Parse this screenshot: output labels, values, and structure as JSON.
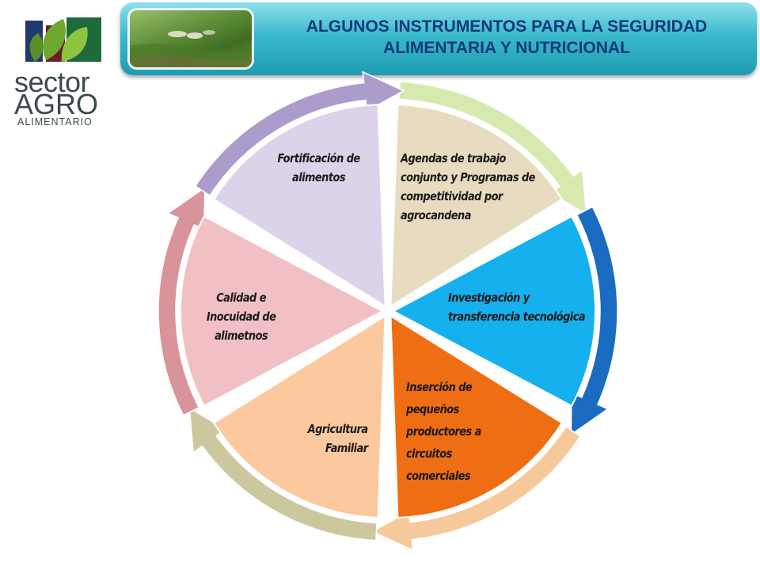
{
  "header": {
    "title_line1": "ALGUNOS INSTRUMENTOS PARA LA SEGURIDAD",
    "title_line2": "ALIMENTARIA Y NUTRICIONAL"
  },
  "logo": {
    "word1": "sector",
    "word2": "AGRO",
    "word3": "ALIMENTARIO"
  },
  "diagram": {
    "segments": [
      {
        "label_lines": [
          "Agendas de trabajo",
          "conjunto y Programas de",
          "competitividad por",
          "agrocandena"
        ],
        "fill": "#e8dcc0",
        "arrow": "#d6eab0"
      },
      {
        "label_lines": [
          "Investigación y",
          "transferencia tecnológica"
        ],
        "fill": "#14b1ee",
        "arrow": "#1a6cc0"
      },
      {
        "label_lines": [
          "Inserción de",
          "pequeños",
          "productores a",
          "circuitos",
          "comerciales"
        ],
        "fill": "#ef6e14",
        "arrow": "#f6c99b"
      },
      {
        "label_lines": [
          "Agricultura",
          "Familiar"
        ],
        "fill": "#fcc99e",
        "arrow": "#cdc79e"
      },
      {
        "label_lines": [
          "Calidad e",
          "Inocuidad de",
          "alimetnos"
        ],
        "fill": "#f1c0c4",
        "arrow": "#d9939a"
      },
      {
        "label_lines": [
          "Fortificación de",
          "alimentos"
        ],
        "fill": "#dcd2ea",
        "arrow": "#ab9ccb"
      }
    ]
  }
}
